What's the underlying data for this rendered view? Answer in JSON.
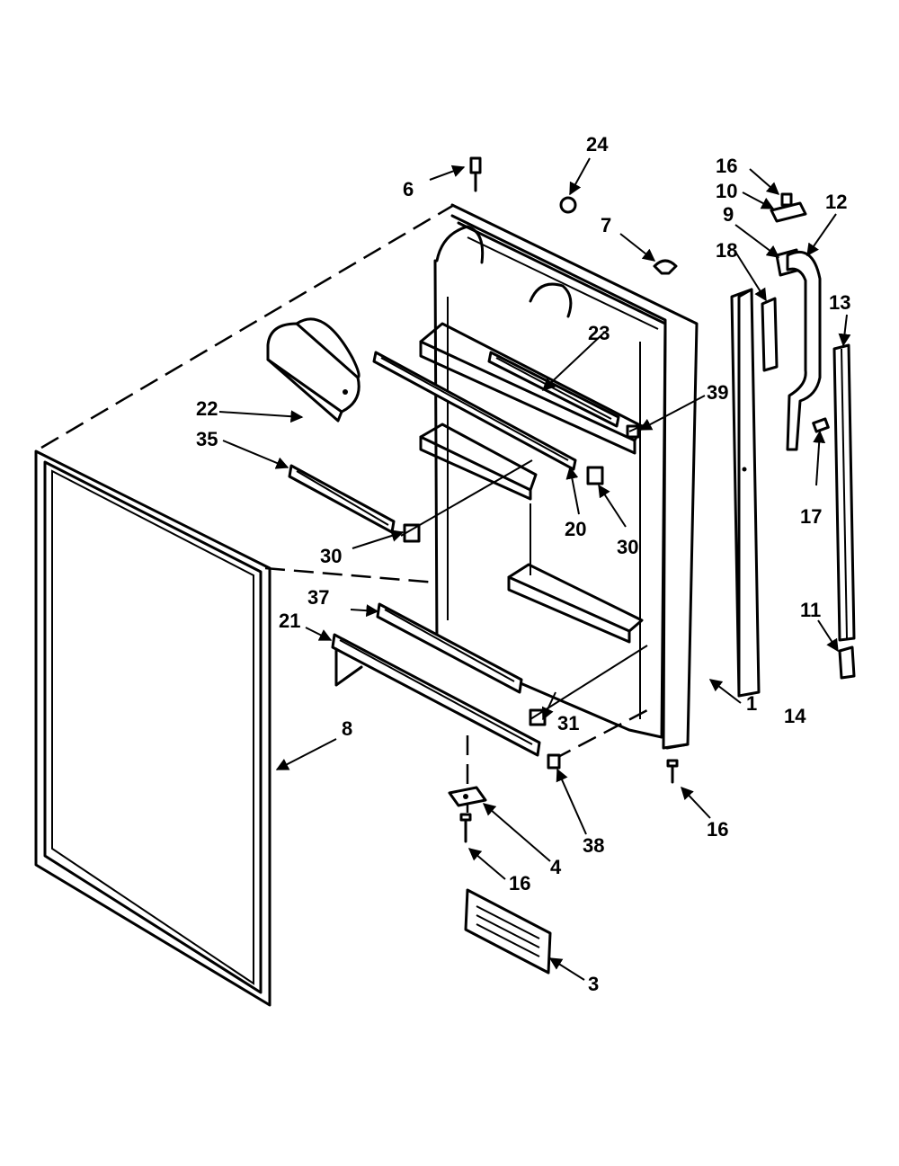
{
  "diagram": {
    "type": "exploded-parts-view",
    "callouts": {
      "c1": "1",
      "c3": "3",
      "c4": "4",
      "c6": "6",
      "c7": "7",
      "c8": "8",
      "c9": "9",
      "c10": "10",
      "c11": "11",
      "c12": "12",
      "c13": "13",
      "c14": "14",
      "c16a": "16",
      "c16b": "16",
      "c16c": "16",
      "c17": "17",
      "c18": "18",
      "c20": "20",
      "c21": "21",
      "c22": "22",
      "c23": "23",
      "c24": "24",
      "c30a": "30",
      "c30b": "30",
      "c31": "31",
      "c35": "35",
      "c37": "37",
      "c38": "38",
      "c39": "39"
    }
  }
}
